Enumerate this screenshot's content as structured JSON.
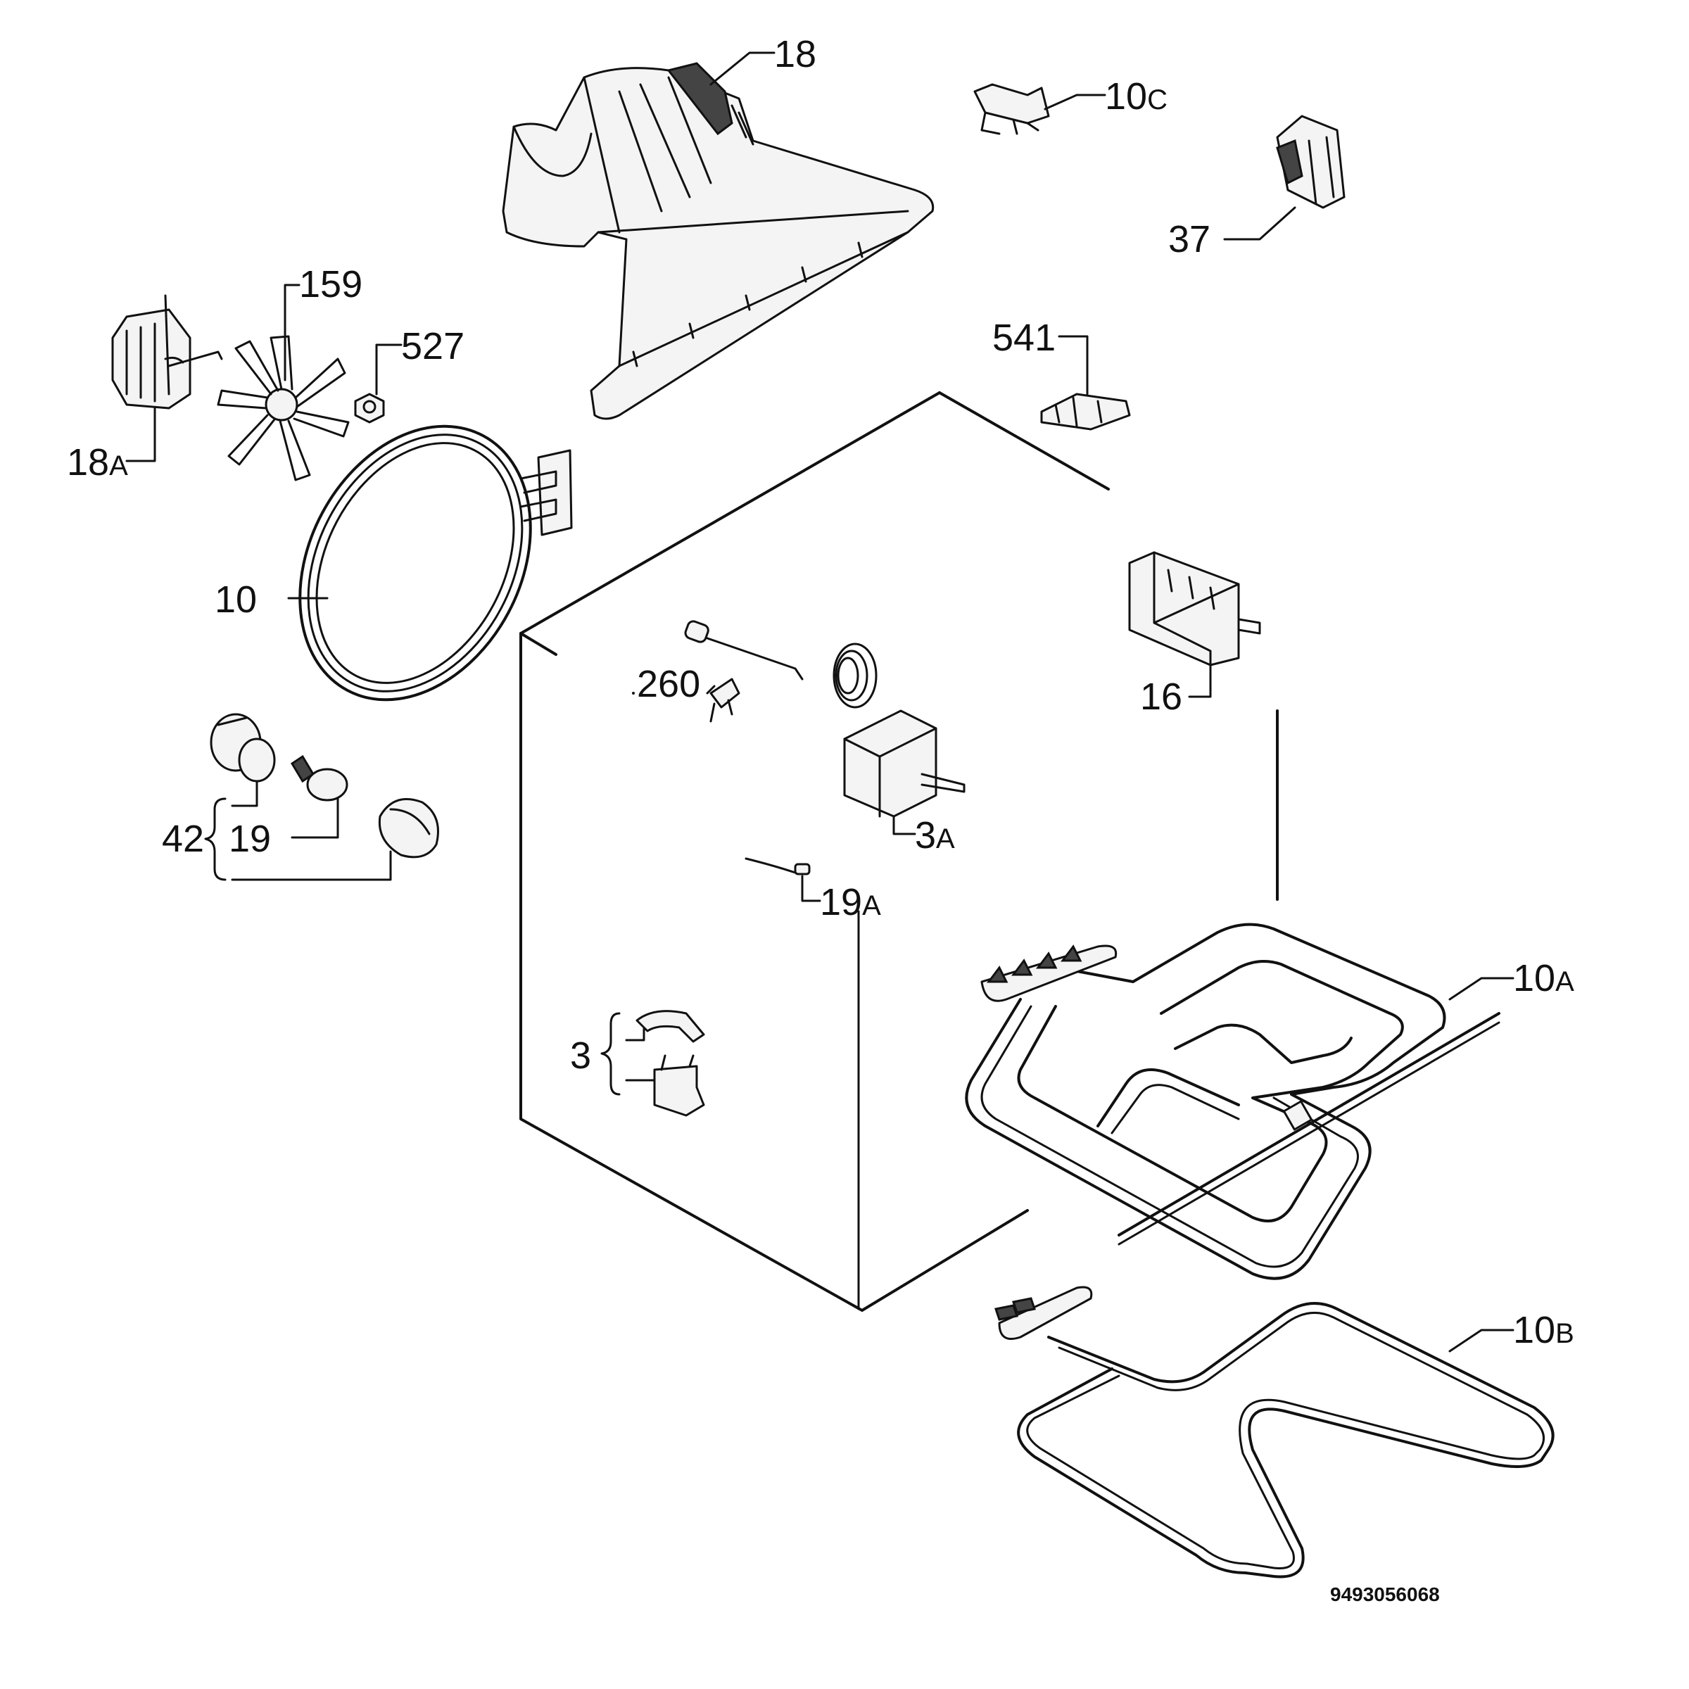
{
  "labels": {
    "l18": "18",
    "l10c_num": "10",
    "l10c_sfx": "C",
    "l37": "37",
    "l159": "159",
    "l527": "527",
    "l18a_num": "18",
    "l18a_sfx": "A",
    "l541": "541",
    "l10": "10",
    "l16": "16",
    "l260": "260",
    "l3a_num": "3",
    "l3a_sfx": "A",
    "l42": "42",
    "l19": "19",
    "l19a_num": "19",
    "l19a_sfx": "A",
    "l10a_num": "10",
    "l10a_sfx": "A",
    "l3": "3",
    "l10b_num": "10",
    "l10b_sfx": "B"
  },
  "doc_number": "9493056068"
}
